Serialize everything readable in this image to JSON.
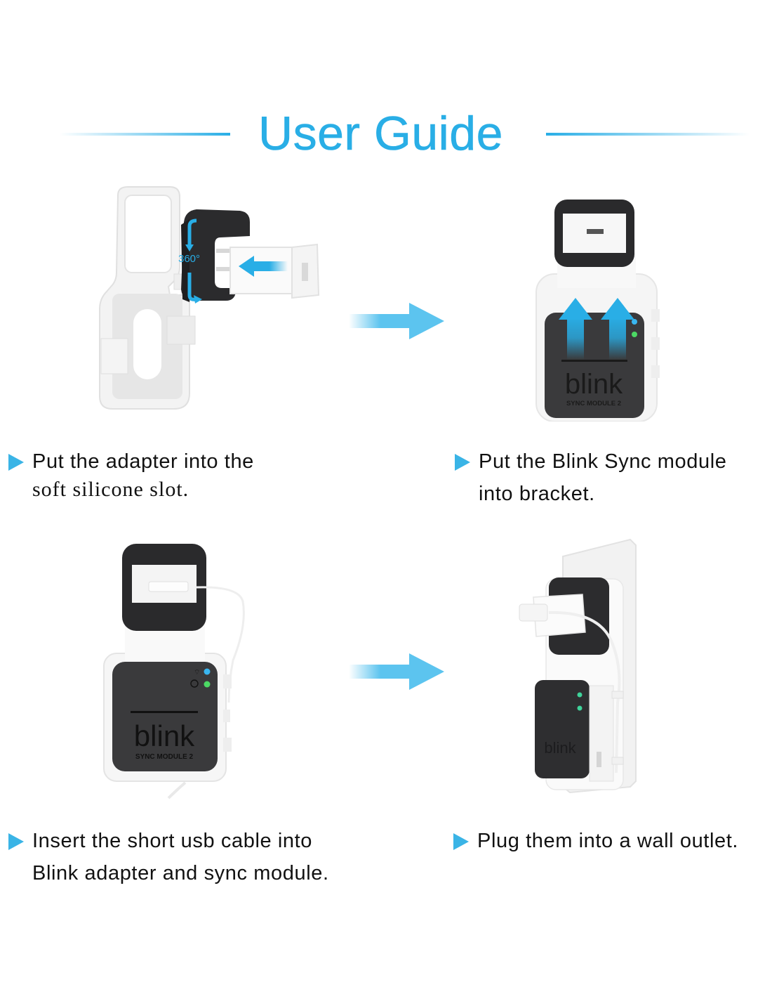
{
  "header": {
    "title": "User Guide"
  },
  "colors": {
    "accent": "#29aee6",
    "bullet": "#3ab4e6",
    "device_dark": "#3a3a3c",
    "led_blue": "#39b6f0",
    "led_green": "#4cd964"
  },
  "steps": [
    {
      "line1": "Put the adapter into the",
      "line2": "soft silicone slot.",
      "illustration": "bracket-with-adapter",
      "badge": "360°"
    },
    {
      "line1": "Put the Blink Sync module",
      "line2": "into bracket.",
      "illustration": "sync-module-into-bracket"
    },
    {
      "line1": "Insert the short usb cable into",
      "line2": "Blink adapter and sync module.",
      "illustration": "assembled-mount-with-cable"
    },
    {
      "line1": "Plug them into a wall outlet.",
      "illustration": "mount-on-wall-outlet"
    }
  ],
  "device": {
    "brand": "blink",
    "model": "SYNC MODULE 2"
  }
}
